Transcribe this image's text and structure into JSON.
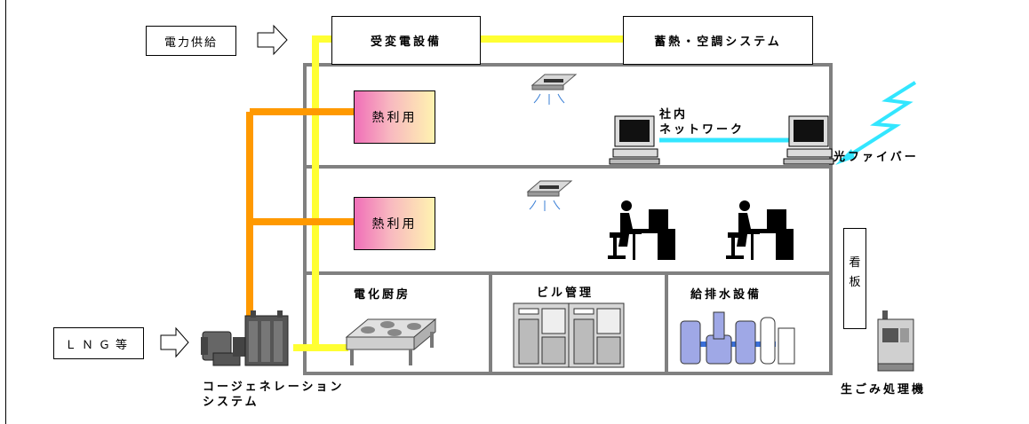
{
  "inputs": {
    "power_supply": "電力供給",
    "lng": "ＬＮＧ等"
  },
  "facilities": {
    "substation": "受変電設備",
    "thermal_storage": "蓄熱・空調システム",
    "heat_use_upper": "熱利用",
    "heat_use_middle": "熱利用",
    "signboard": "看\n板"
  },
  "rooms": {
    "kitchen": "電化厨房",
    "building_mgmt": "ビル管理",
    "water": "給排水設備"
  },
  "labels": {
    "network": "社内\nネットワーク",
    "fiber": "光ファイバー",
    "cogeneration": "コージェネレーション\nシステム",
    "garbage": "生ごみ処理機"
  },
  "colors": {
    "power_line": "#ffff33",
    "heat_line": "#ff9900",
    "network_line": "#33e6ff",
    "building_frame": "#808080"
  }
}
